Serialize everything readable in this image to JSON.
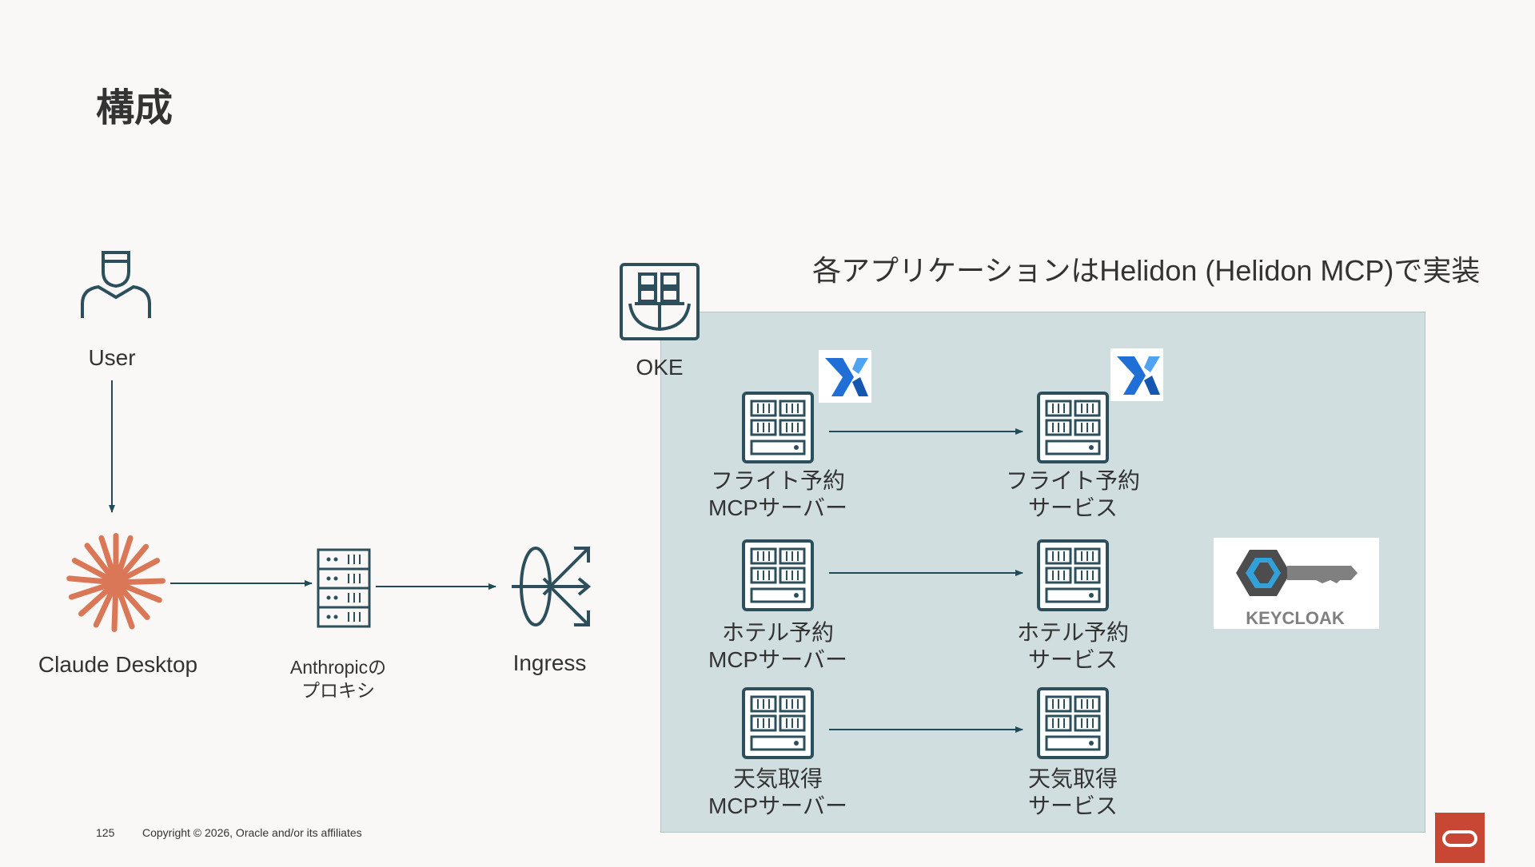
{
  "slide": {
    "title": "構成",
    "headline": "各アプリケーションはHelidon (Helidon MCP)で実装"
  },
  "nodes": {
    "user": "User",
    "claude_desktop": "Claude Desktop",
    "proxy_line1": "Anthropicの",
    "proxy_line2": "プロキシ",
    "ingress": "Ingress",
    "oke": "OKE"
  },
  "servers": [
    {
      "mcp_line1": "フライト予約",
      "mcp_line2": "MCPサーバー",
      "svc_line1": "フライト予約",
      "svc_line2": "サービス"
    },
    {
      "mcp_line1": "ホテル予約",
      "mcp_line2": "MCPサーバー",
      "svc_line1": "ホテル予約",
      "svc_line2": "サービス"
    },
    {
      "mcp_line1": "天気取得",
      "mcp_line2": "MCPサーバー",
      "svc_line1": "天気取得",
      "svc_line2": "サービス"
    }
  ],
  "keycloak": {
    "label": "KEYCLOAK"
  },
  "footer": {
    "page_number": "125",
    "copyright": "Copyright © 2026, Oracle and/or its affiliates"
  },
  "colors": {
    "icon_stroke": "#2d4f5c",
    "arrow": "#1f4b5a",
    "claude_orange": "#d97757",
    "oke_bg": "#d0dedf",
    "oracle_red": "#c74634"
  }
}
